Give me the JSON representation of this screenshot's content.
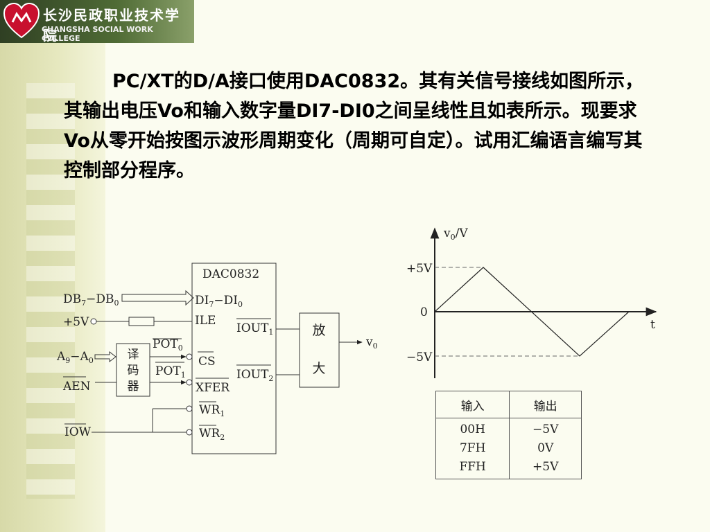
{
  "header": {
    "school_cn": "长沙民政职业技术学院",
    "school_en": "CHANGSHA SOCIAL WORK COLLEGE"
  },
  "question": "PC/XT的D/A接口使用DAC0832。其有关信号接线如图所示，其输出电压Vo和输入数字量DI7-DI0之间呈线性且如表所示。现要求Vo从零开始按图示波形周期变化（周期可自定）。试用汇编语言编写其控制部分程序。",
  "circuit": {
    "chip": "DAC0832",
    "db_left": "DB",
    "db_sub7": "7",
    "db_mid": "−DB",
    "db_sub0": "0",
    "plus5v": "+5V",
    "a_left": "A",
    "a_sub9": "9",
    "a_mid": "−A",
    "a_sub0": "0",
    "aen": "AEN",
    "iow": "IOW",
    "decoder": [
      "译",
      "码",
      "器"
    ],
    "pot0": "POT",
    "pot0_sub": "0",
    "pot1": "POT",
    "pot1_sub": "1",
    "di": "DI",
    "di_sub7": "7",
    "di_mid": "−DI",
    "di_sub0": "0",
    "ile": "ILE",
    "cs": "CS",
    "xfer": "XFER",
    "wr1": "WR",
    "wr1_sub": "1",
    "wr2": "WR",
    "wr2_sub": "2",
    "iout1": "IOUT",
    "iout1_sub": "1",
    "iout2": "IOUT",
    "iout2_sub": "2",
    "amp": [
      "放",
      "大"
    ],
    "vout": "v",
    "vout_sub": "0"
  },
  "waveform": {
    "y_axis": "v",
    "y_axis_sub": "0",
    "y_axis_unit": "/V",
    "x_axis": "t",
    "level_high": "+5V",
    "level_zero": "0",
    "level_low": "−5V"
  },
  "table": {
    "headers": [
      "输入",
      "输出"
    ],
    "inputs": [
      "00H",
      "7FH",
      "FFH"
    ],
    "outputs": [
      "−5V",
      "0V",
      "+5V"
    ]
  }
}
